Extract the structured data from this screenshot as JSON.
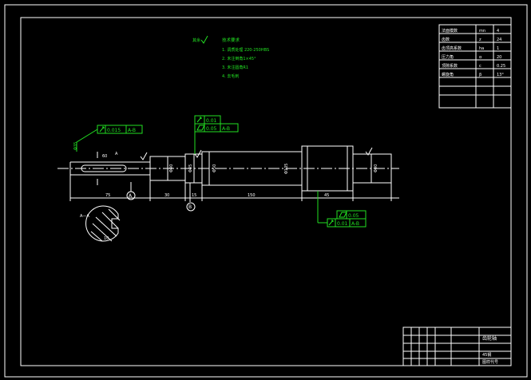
{
  "colors": {
    "background": "#000000",
    "lines": "#ffffff",
    "annotations": "#22e022"
  },
  "params": [
    {
      "label": "法面模数",
      "sym": "mn",
      "val": "4"
    },
    {
      "label": "齿数",
      "sym": "z",
      "val": "24"
    },
    {
      "label": "齿顶高系数",
      "sym": "ha",
      "val": "1"
    },
    {
      "label": "压力角",
      "sym": "α",
      "val": "20"
    },
    {
      "label": "顶隙系数",
      "sym": "c",
      "val": "0.25"
    },
    {
      "label": "螺旋角",
      "sym": "β",
      "val": "13°"
    }
  ],
  "notes": {
    "title": "技术要求",
    "items": [
      "1. 调质处理 220-250HBS",
      "2. 未注倒角1×45°",
      "3. 未注圆角R1",
      "4. 去毛刺"
    ],
    "rough": "其余"
  },
  "tolerances": {
    "left_runout": "0.015",
    "left_datum": "A-B",
    "mid_runout": "0.01",
    "mid_cyl": "0.05",
    "mid_datum": "A-B",
    "right_cyl": "0.05",
    "right_runout": "0.01",
    "right_datum": "A-B"
  },
  "dims": {
    "d1": "75",
    "d2": "30",
    "d3": "15",
    "d4": "150",
    "d5": "45",
    "dia1": "Φ35",
    "dia2": "Φ40",
    "dia3": "Φ45",
    "dia4": "Φ50",
    "dia5": "Φ105",
    "dia6": "Φ40",
    "key_len": "60",
    "datum_a": "A",
    "datum_b": "B",
    "section": "A—A",
    "section_mark": "A",
    "section_dim": "10"
  },
  "title_block": {
    "name": "齿轮轴",
    "material": "45钢",
    "drawing_no": "图样代号"
  }
}
